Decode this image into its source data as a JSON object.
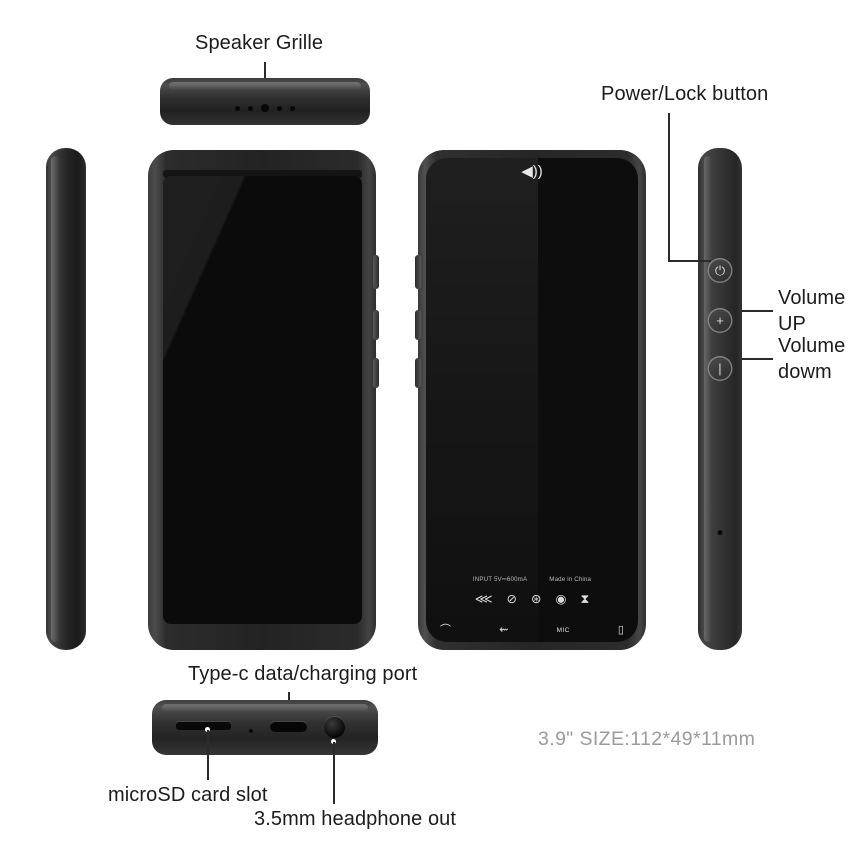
{
  "diagram": {
    "title": "MP3 player product views diagram",
    "spec_text": "3.9\" SIZE:112*49*11mm"
  },
  "callouts": {
    "speaker_grille": "Speaker Grille",
    "power_lock": "Power/Lock button",
    "volume_up_line1": "Volume",
    "volume_up_line2": "UP",
    "volume_down_line1": "Volume",
    "volume_down_line2": "dowm",
    "type_c": "Type-c data/charging port",
    "microsd": "microSD card slot",
    "headphone": "3.5mm headphone out"
  },
  "back_panel": {
    "input_text": "INPUT 5V⎓600mA",
    "origin_text": "Made in China",
    "cert_icons": [
      "ce-mark",
      "recycle-mark",
      "wheelie-bin-mark",
      "fcc-mark",
      "hourglass-mark"
    ],
    "cert_glyphs": [
      "⋘",
      "⊘",
      "⊛",
      "◉",
      "⧗"
    ],
    "ports": [
      {
        "icon": "headphone-icon",
        "glyph": "⌒",
        "label": ""
      },
      {
        "icon": "usb-icon",
        "glyph": "⇜",
        "label": ""
      },
      {
        "icon": "mic-label",
        "glyph": "",
        "label": "MIC"
      },
      {
        "icon": "sdcard-icon",
        "glyph": "▯",
        "label": ""
      }
    ],
    "speaker_icon": "speaker-icon",
    "speaker_glyph": "◀))"
  },
  "side_buttons": {
    "power_glyph": "⏻",
    "volume_up_glyph": "+",
    "volume_down_glyph": "|"
  },
  "colors": {
    "body_dark": "#2b2b2b",
    "screen_black": "#0b0b0b",
    "label_text": "#1c1c1c",
    "spec_text": "#9b9b9b",
    "background": "#ffffff"
  }
}
